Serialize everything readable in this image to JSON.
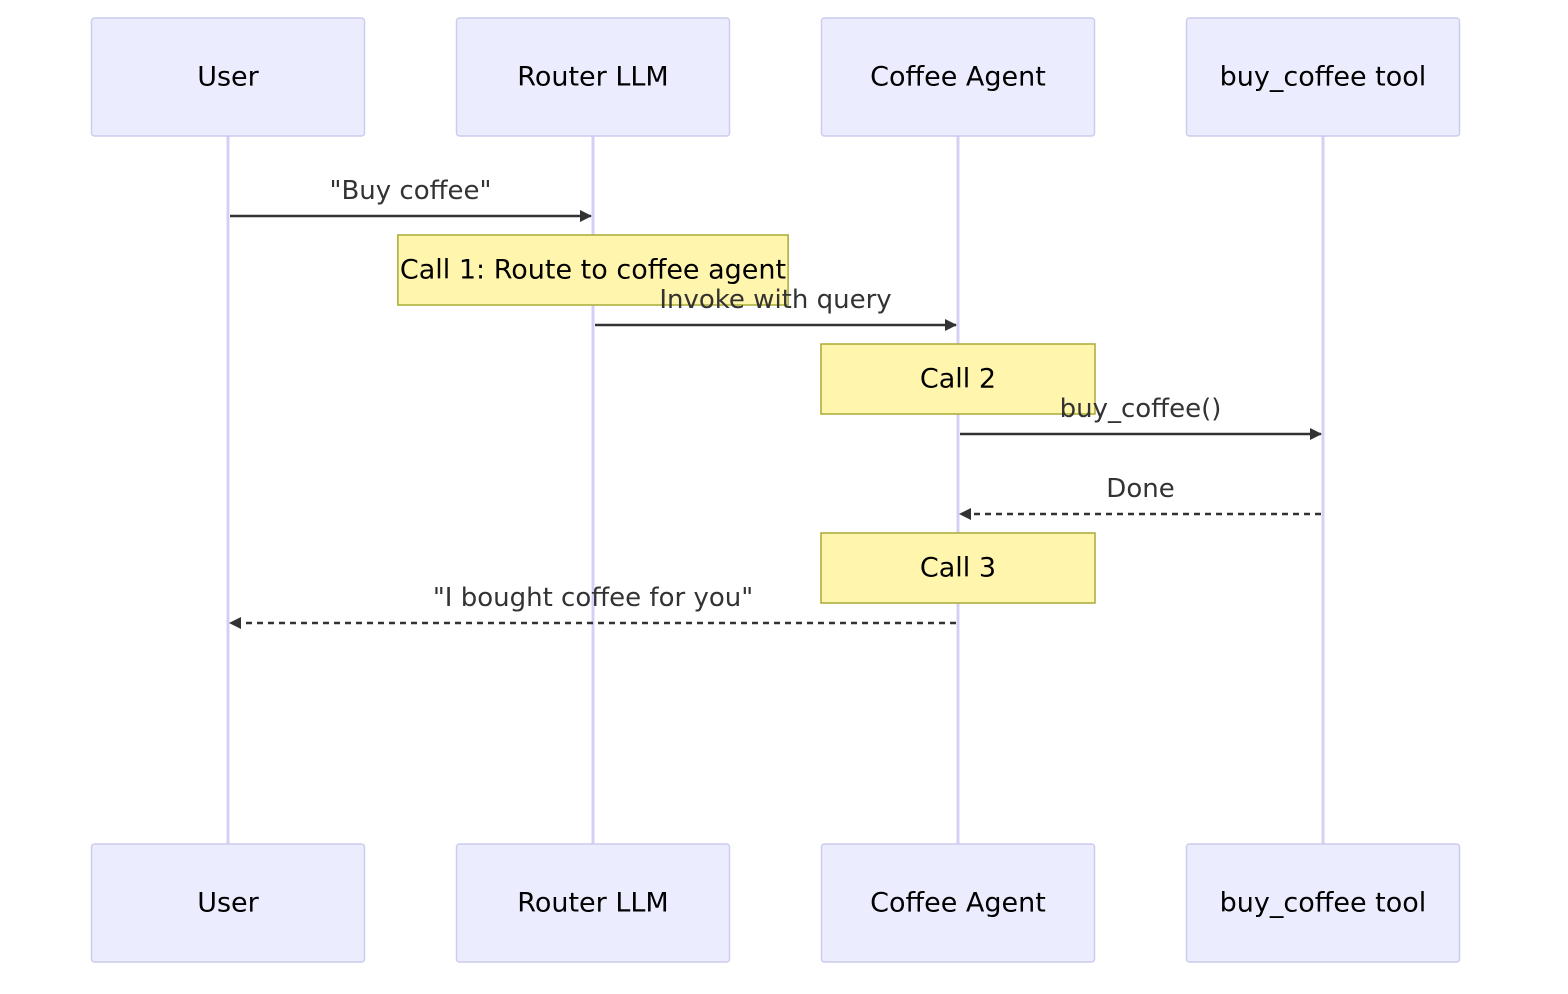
{
  "participants": [
    {
      "id": "user",
      "label": "User"
    },
    {
      "id": "router",
      "label": "Router LLM"
    },
    {
      "id": "agent",
      "label": "Coffee Agent"
    },
    {
      "id": "tool",
      "label": "buy_coffee tool"
    }
  ],
  "steps": [
    {
      "kind": "message",
      "from": "user",
      "to": "router",
      "label": "\"Buy coffee\"",
      "style": "solid"
    },
    {
      "kind": "note",
      "over": [
        "router"
      ],
      "label": "Call 1: Route to coffee agent"
    },
    {
      "kind": "message",
      "from": "router",
      "to": "agent",
      "label": "Invoke with query",
      "style": "solid"
    },
    {
      "kind": "note",
      "over": [
        "agent"
      ],
      "label": "Call 2"
    },
    {
      "kind": "message",
      "from": "agent",
      "to": "tool",
      "label": "buy_coffee()",
      "style": "solid"
    },
    {
      "kind": "message",
      "from": "tool",
      "to": "agent",
      "label": "Done",
      "style": "dashed"
    },
    {
      "kind": "note",
      "over": [
        "agent"
      ],
      "label": "Call 3"
    },
    {
      "kind": "message",
      "from": "agent",
      "to": "user",
      "label": "\"I bought coffee for you\"",
      "style": "dashed"
    }
  ],
  "colors": {
    "actor_fill": "#ECECFF",
    "actor_stroke": "#CCCCEE",
    "lifeline": "#D4D0F5",
    "message": "#333333",
    "note_fill": "#FFF5AD",
    "note_stroke": "#AAAA33"
  }
}
